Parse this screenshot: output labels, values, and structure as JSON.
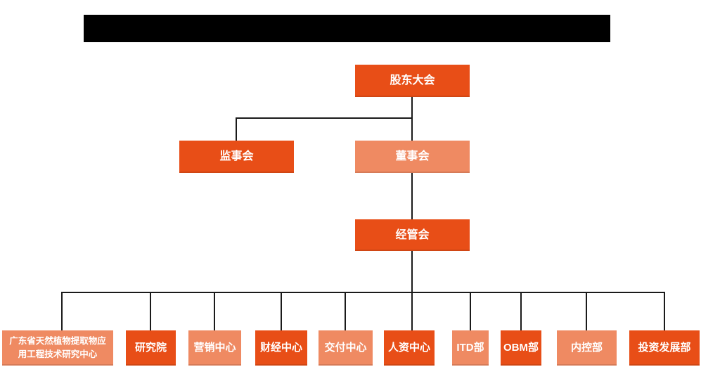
{
  "org_chart": {
    "title_bar": {
      "redacted": true,
      "text": ""
    },
    "colors": {
      "primary": "#e84e17",
      "secondary": "#ef8a62",
      "connector": "#1a1a1a",
      "node_text": "#ffffff",
      "title_bar_bg": "#000000"
    },
    "nodes": {
      "shareholders_meeting": {
        "label": "股东大会"
      },
      "supervisory_board": {
        "label": "监事会"
      },
      "board_of_directors": {
        "label": "董事会"
      },
      "management_committee": {
        "label": "经管会"
      }
    },
    "departments": [
      {
        "label": "广东省天然植物提取物应用工程技术研究中心"
      },
      {
        "label": "研究院"
      },
      {
        "label": "营销中心"
      },
      {
        "label": "财经中心"
      },
      {
        "label": "交付中心"
      },
      {
        "label": "人资中心"
      },
      {
        "label": "ITD部"
      },
      {
        "label": "OBM部"
      },
      {
        "label": "内控部"
      },
      {
        "label": "投资发展部"
      }
    ]
  }
}
